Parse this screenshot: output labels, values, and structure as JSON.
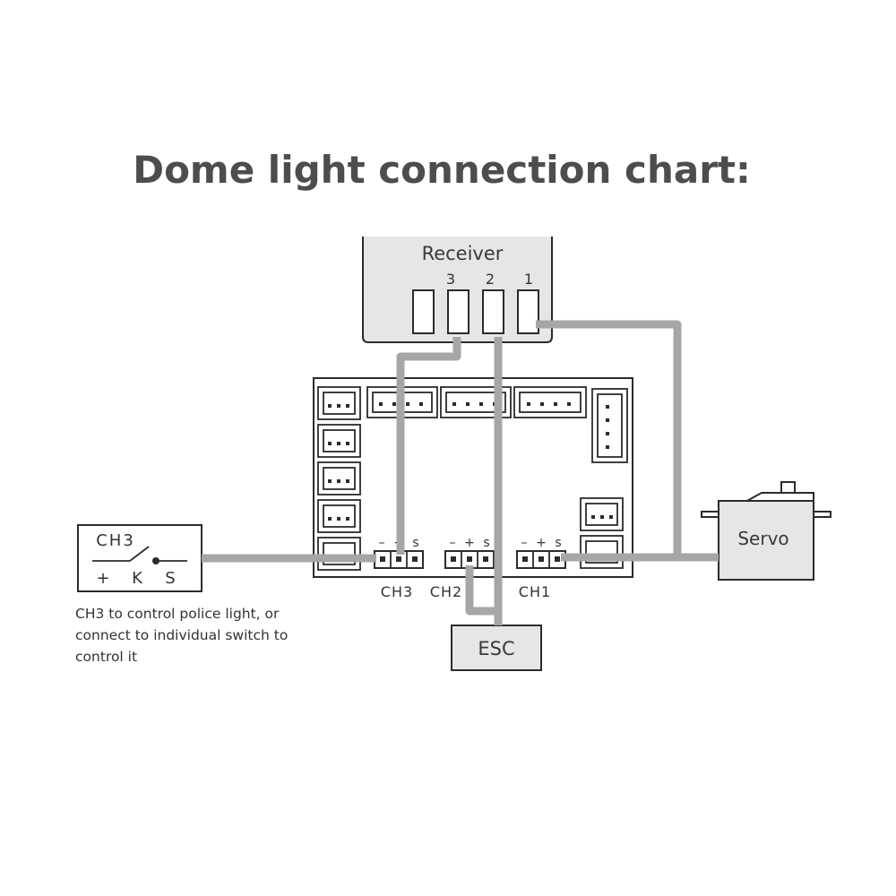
{
  "title": "Dome light connection chart:",
  "receiver": {
    "label": "Receiver",
    "channel_numbers": [
      "3",
      "2",
      "1"
    ]
  },
  "board": {
    "pin_labels": {
      "ch3": [
        "–",
        "+",
        "s"
      ],
      "ch2": [
        "–",
        "+",
        "s"
      ],
      "ch1": [
        "–",
        "+",
        "s"
      ]
    },
    "channel_labels": {
      "ch3": "CH3",
      "ch2": "CH2",
      "ch1": "CH1"
    }
  },
  "switch": {
    "title": "CH3",
    "pins": [
      "+",
      "K",
      "S"
    ]
  },
  "switch_note": [
    "CH3 to control police light, or",
    "connect to individual switch to",
    "control it"
  ],
  "esc": {
    "label": "ESC"
  },
  "servo": {
    "label": "Servo"
  },
  "colors": {
    "wire": "#a6a6a6",
    "outline": "#2b2b2b",
    "box_fill": "#e6e6e6",
    "title": "#4d4d4d"
  }
}
